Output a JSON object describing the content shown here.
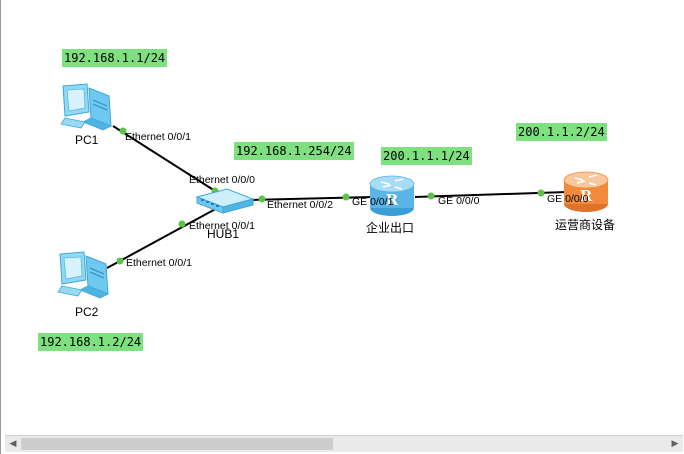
{
  "ip_labels": {
    "pc1": "192.168.1.1/24",
    "pc2": "192.168.1.2/24",
    "gateway": "192.168.1.254/24",
    "router_wan": "200.1.1.1/24",
    "isp": "200.1.1.2/24"
  },
  "devices": {
    "pc1": "PC1",
    "pc2": "PC2",
    "hub": "HUB1",
    "router": "企业出口",
    "isp": "运营商设备"
  },
  "ports": {
    "pc1_eth": "Ethernet 0/0/1",
    "hub_eth0": "Ethernet 0/0/0",
    "hub_eth1": "Ethernet 0/0/1",
    "hub_eth2": "Ethernet 0/0/2",
    "pc2_eth": "Ethernet 0/0/1",
    "router_ge1": "GE 0/0/1",
    "router_ge0": "GE 0/0/0",
    "isp_ge0": "GE 0/0/0"
  },
  "colors": {
    "ip_label_bg": "#7ee07e",
    "link": "#000000",
    "port_dot": "#5ec24a",
    "router": "#5ab4e6",
    "isp_router": "#f08a3c",
    "pc": "#6ec8f0"
  },
  "scrollbar": {
    "left_arrow": "◀",
    "right_arrow": "▶"
  }
}
